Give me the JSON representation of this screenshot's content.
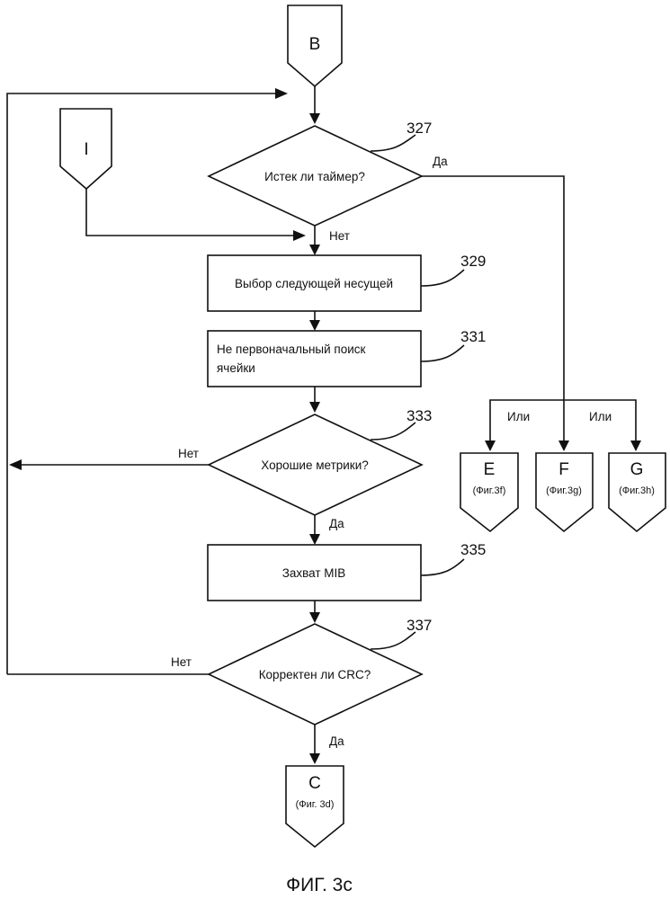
{
  "connectors": {
    "B": {
      "letter": "B"
    },
    "I": {
      "letter": "I"
    },
    "E": {
      "letter": "E",
      "ref": "(Фиг.3f)"
    },
    "F": {
      "letter": "F",
      "ref": "(Фиг.3g)"
    },
    "G": {
      "letter": "G",
      "ref": "(Фиг.3h)"
    },
    "C": {
      "letter": "C",
      "ref": "(Фиг. 3d)"
    }
  },
  "steps": {
    "s327": {
      "id": "327",
      "text": "Истек ли таймер?"
    },
    "s329": {
      "id": "329",
      "text": "Выбор следующей несущей"
    },
    "s331": {
      "id": "331",
      "line1": "Не первоначальный поиск",
      "line2": "ячейки"
    },
    "s333": {
      "id": "333",
      "text": "Хорошие метрики?"
    },
    "s335": {
      "id": "335",
      "text": "Захват MIB"
    },
    "s337": {
      "id": "337",
      "text": "Корректен ли CRC?"
    }
  },
  "edge_labels": {
    "yes_327": "Да",
    "no_327": "Нет",
    "no_333": "Нет",
    "yes_333": "Да",
    "no_337": "Нет",
    "yes_337": "Да",
    "or_1": "Или",
    "or_2": "Или"
  },
  "caption": "ФИГ. 3с"
}
